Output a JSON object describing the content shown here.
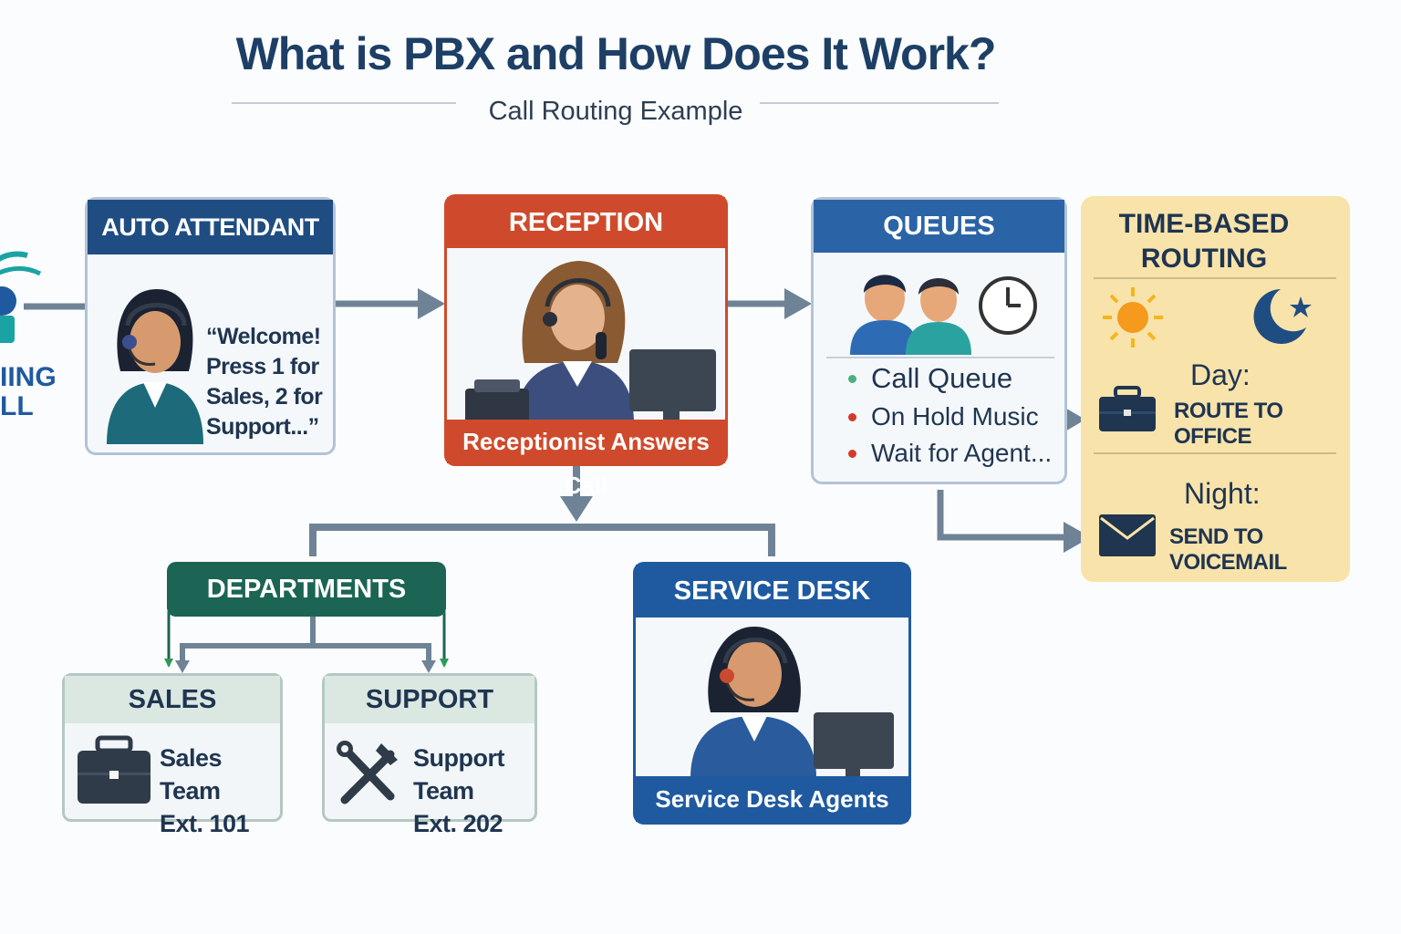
{
  "title": "What is PBX and How Does It Work?",
  "subtitle": "Call Routing Example",
  "incoming": {
    "line1": "IING",
    "line2": "LL"
  },
  "auto_attendant": {
    "header": "AUTO ATTENDANT",
    "quote_lines": [
      "“Welcome!",
      "Press 1 for",
      "Sales, 2 for",
      "Support...”"
    ]
  },
  "reception": {
    "header": "RECEPTION",
    "caption": "Receptionist Answers Call"
  },
  "queues": {
    "header": "QUEUES",
    "items": [
      "Call Queue",
      "On Hold Music",
      "Wait for Agent..."
    ]
  },
  "time_routing": {
    "title_lines": [
      "TIME-BASED",
      "ROUTING"
    ],
    "day_label": "Day:",
    "day_action": "ROUTE TO OFFICE",
    "night_label": "Night:",
    "night_action": "SEND TO VOICEMAIL"
  },
  "departments": {
    "header": "DEPARTMENTS",
    "sales": {
      "header": "SALES",
      "line1": "Sales Team",
      "line2": "Ext. 101"
    },
    "support": {
      "header": "SUPPORT",
      "line1": "Support Team",
      "line2": "Ext. 202"
    }
  },
  "service_desk": {
    "header": "SERVICE DESK",
    "caption": "Service Desk Agents"
  },
  "colors": {
    "navy": "#1f4d82",
    "reception_red": "#cf4a2c",
    "queues_blue": "#2b64a6",
    "departments_green": "#1c6453",
    "time_panel": "#f8e3ab",
    "arrow": "#6f8396",
    "dot_green": "#4caf7d",
    "dot_red": "#d23a2a"
  },
  "icons": [
    "headset-phone-icon",
    "receptionist-icon",
    "agents-icon",
    "clock-icon",
    "sun-icon",
    "moon-star-icon",
    "briefcase-icon",
    "envelope-icon",
    "tools-icon",
    "service-agent-icon"
  ]
}
